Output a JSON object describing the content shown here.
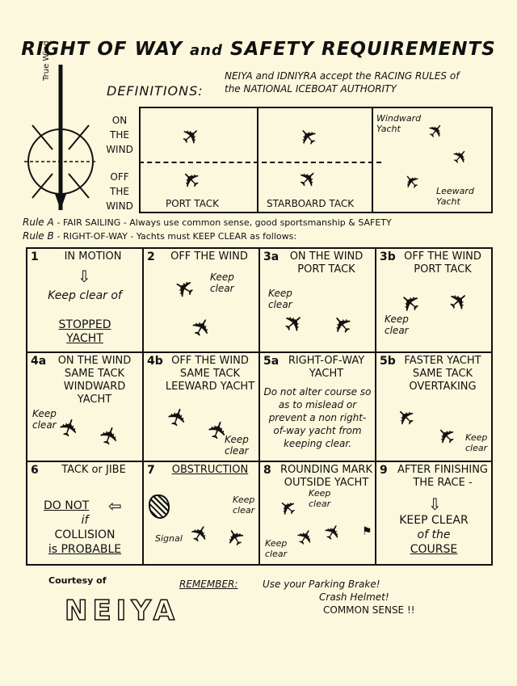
{
  "title": {
    "main": "RIGHT OF WAY",
    "and": "and",
    "rest": "SAFETY  REQUIREMENTS"
  },
  "definitions": {
    "label": "DEFINITIONS:",
    "authority": "NEIYA and IDNIYRA accept the RACING RULES of the NATIONAL ICEBOAT AUTHORITY",
    "true_wind": "True Wind",
    "on_wind": "ON THE WIND",
    "off_wind": "OFF THE WIND",
    "port_tack": "PORT TACK",
    "starboard_tack": "STARBOARD TACK",
    "windward_yacht": "Windward Yacht",
    "leeward_yacht": "Leeward Yacht"
  },
  "rules": {
    "a_label": "Rule A",
    "a_text": "- FAIR SAILING - Always use common sense, good sportsmanship & SAFETY",
    "b_label": "Rule B",
    "b_text": "- RIGHT-OF-WAY - Yachts must KEEP CLEAR as follows:"
  },
  "cells": [
    {
      "num": "1",
      "head": "IN MOTION",
      "body1": "Keep clear of",
      "body2": "STOPPED YACHT"
    },
    {
      "num": "2",
      "head": "OFF THE WIND",
      "keep": "Keep clear"
    },
    {
      "num": "3a",
      "head": "ON THE WIND PORT TACK",
      "keep": "Keep clear"
    },
    {
      "num": "3b",
      "head": "OFF THE WIND PORT TACK",
      "keep": "Keep clear"
    },
    {
      "num": "4a",
      "head": "ON THE WIND SAME TACK WINDWARD YACHT",
      "keep": "Keep clear"
    },
    {
      "num": "4b",
      "head": "OFF THE WIND SAME TACK LEEWARD YACHT",
      "keep": "Keep clear"
    },
    {
      "num": "5a",
      "head": "RIGHT-OF-WAY YACHT",
      "body1": "Do not alter course so as to mislead or prevent a non right-of-way yacht from keeping clear."
    },
    {
      "num": "5b",
      "head": "FASTER YACHT SAME TACK OVERTAKING",
      "keep": "Keep clear"
    },
    {
      "num": "6",
      "head": "TACK or JIBE",
      "body1": "DO NOT",
      "body2": "if",
      "body3": "COLLISION",
      "body4": "is PROBABLE"
    },
    {
      "num": "7",
      "head": "OBSTRUCTION",
      "keep": "Keep clear",
      "signal": "Signal"
    },
    {
      "num": "8",
      "head": "ROUNDING MARK OUTSIDE YACHT",
      "keep": "Keep clear",
      "keep2": "Keep clear"
    },
    {
      "num": "9",
      "head": "AFTER FINISHING THE RACE -",
      "body1": "KEEP CLEAR",
      "body2": "of the",
      "body3": "COURSE"
    }
  ],
  "footer": {
    "courtesy": "Courtesy of",
    "org": "NEIYA",
    "remember": "REMEMBER:",
    "line1": "Use your Parking Brake!",
    "line2": "Crash Helmet!",
    "line3": "COMMON SENSE !!"
  }
}
